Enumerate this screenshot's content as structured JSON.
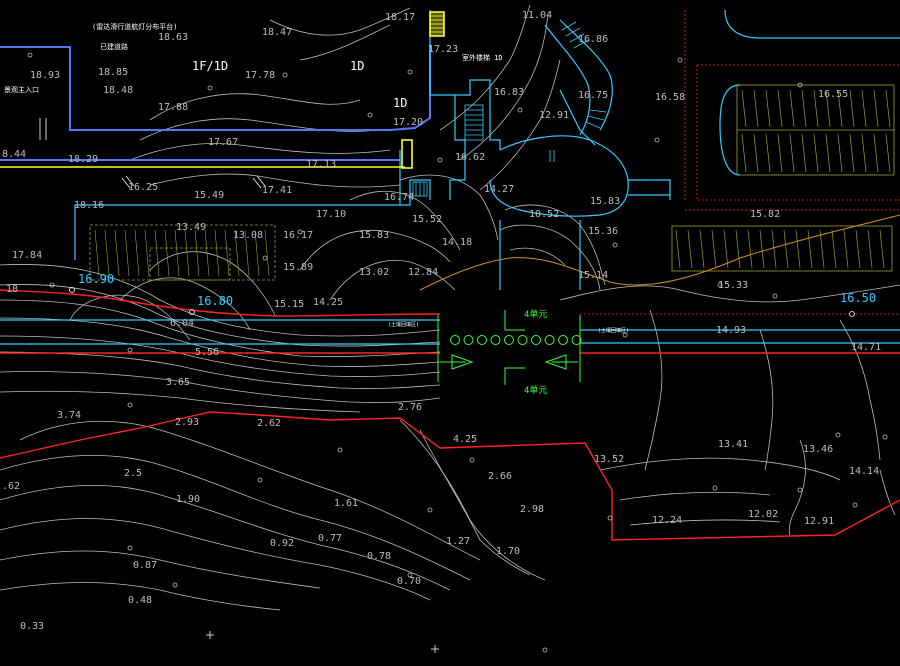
{
  "building": {
    "floor_label": "1F/1D",
    "label_1d_a": "1D",
    "label_1d_b": "1D",
    "note_1": "(雷达滑行道航灯分布平台)",
    "note_2": "已建道路",
    "entrance_label": "景观主入口",
    "stair_label": "室外楼梯 1D"
  },
  "cyan_levels": [
    "16.90",
    "16.80",
    "16.50"
  ],
  "unit_labels": [
    "4单元",
    "4单元"
  ],
  "annotation_small": [
    "(土壤回填区)",
    "(土壤回填区)"
  ],
  "elevations": [
    {
      "id": "e01",
      "text": "18.17"
    },
    {
      "id": "e02",
      "text": "18.47"
    },
    {
      "id": "e03",
      "text": "18.63"
    },
    {
      "id": "e04",
      "text": "17.23"
    },
    {
      "id": "e05",
      "text": "11.04"
    },
    {
      "id": "e06",
      "text": "16.86"
    },
    {
      "id": "e07",
      "text": "18.93"
    },
    {
      "id": "e08",
      "text": "18.85"
    },
    {
      "id": "e09",
      "text": "17.78"
    },
    {
      "id": "e10",
      "text": "18.48"
    },
    {
      "id": "e11",
      "text": "17.88"
    },
    {
      "id": "e12",
      "text": "16.83"
    },
    {
      "id": "e13",
      "text": "16.75"
    },
    {
      "id": "e14",
      "text": "16.58"
    },
    {
      "id": "e15",
      "text": "16.55"
    },
    {
      "id": "e16",
      "text": "17.20"
    },
    {
      "id": "e17",
      "text": "12.91"
    },
    {
      "id": "e18",
      "text": "17.67"
    },
    {
      "id": "e19",
      "text": "16.62"
    },
    {
      "id": "e20",
      "text": "8.44"
    },
    {
      "id": "e21",
      "text": "18.29"
    },
    {
      "id": "e22",
      "text": "17.13"
    },
    {
      "id": "e23",
      "text": "14.27"
    },
    {
      "id": "e24",
      "text": "15.83"
    },
    {
      "id": "e25",
      "text": "16.25"
    },
    {
      "id": "e26",
      "text": "15.49"
    },
    {
      "id": "e27",
      "text": "17.41"
    },
    {
      "id": "e28",
      "text": "16.74"
    },
    {
      "id": "e29",
      "text": "18.16"
    },
    {
      "id": "e30",
      "text": "17.10"
    },
    {
      "id": "e31",
      "text": "15.52"
    },
    {
      "id": "e32",
      "text": "10.52"
    },
    {
      "id": "e33",
      "text": "15.82"
    },
    {
      "id": "e34",
      "text": "13.49"
    },
    {
      "id": "e35",
      "text": "13.08"
    },
    {
      "id": "e36",
      "text": "16.17"
    },
    {
      "id": "e37",
      "text": "15.83"
    },
    {
      "id": "e38",
      "text": "14.18"
    },
    {
      "id": "e39",
      "text": "15.36"
    },
    {
      "id": "e40",
      "text": "17.84"
    },
    {
      "id": "e41",
      "text": "15.89"
    },
    {
      "id": "e42",
      "text": "13.02"
    },
    {
      "id": "e43",
      "text": "12.84"
    },
    {
      "id": "e44",
      "text": "15.14"
    },
    {
      "id": "e45",
      "text": "15.33"
    },
    {
      "id": "e46",
      "text": "18"
    },
    {
      "id": "e47",
      "text": "15.15"
    },
    {
      "id": "e48",
      "text": "14.25"
    },
    {
      "id": "e49",
      "text": "6.04"
    },
    {
      "id": "e50",
      "text": "14.93"
    },
    {
      "id": "e51",
      "text": "5.56"
    },
    {
      "id": "e52",
      "text": "14.71"
    },
    {
      "id": "e53",
      "text": "3.65"
    },
    {
      "id": "e54",
      "text": "3.74"
    },
    {
      "id": "e55",
      "text": "2.93"
    },
    {
      "id": "e56",
      "text": "2.62"
    },
    {
      "id": "e57",
      "text": "2.76"
    },
    {
      "id": "e58",
      "text": "4.25"
    },
    {
      "id": "e59",
      "text": "13.41"
    },
    {
      "id": "e60",
      "text": "13.46"
    },
    {
      "id": "e61",
      "text": "13.52"
    },
    {
      "id": "e62",
      "text": "14.14"
    },
    {
      "id": "e63",
      "text": "2.5"
    },
    {
      "id": "e64",
      "text": "2.66"
    },
    {
      "id": "e65",
      "text": ".62"
    },
    {
      "id": "e66",
      "text": "1.90"
    },
    {
      "id": "e67",
      "text": "1.61"
    },
    {
      "id": "e68",
      "text": "2.98"
    },
    {
      "id": "e69",
      "text": "12.24"
    },
    {
      "id": "e70",
      "text": "12.02"
    },
    {
      "id": "e71",
      "text": "12.91"
    },
    {
      "id": "e72",
      "text": "0.92"
    },
    {
      "id": "e73",
      "text": "0.77"
    },
    {
      "id": "e74",
      "text": "1.27"
    },
    {
      "id": "e75",
      "text": "1.70"
    },
    {
      "id": "e76",
      "text": "0.78"
    },
    {
      "id": "e77",
      "text": "0.87"
    },
    {
      "id": "e78",
      "text": "0.70"
    },
    {
      "id": "e79",
      "text": "0.48"
    },
    {
      "id": "e80",
      "text": "0.33"
    }
  ],
  "colors": {
    "background": "#000000",
    "contour": "#bdbdbd",
    "building": "#5577ff",
    "cyan": "#33ccff",
    "red": "#ff2222",
    "yellow": "#ffff33",
    "olive": "#a0a030",
    "green": "#33ff33",
    "orange": "#d09020"
  }
}
